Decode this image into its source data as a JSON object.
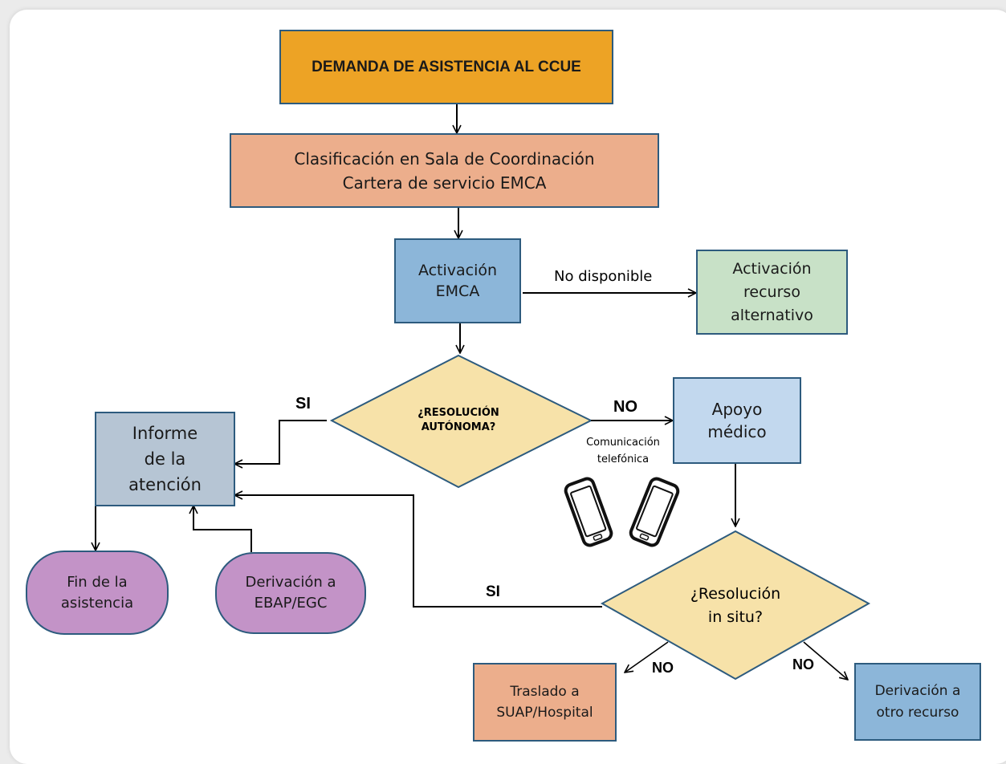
{
  "colors": {
    "orange": "#eda325",
    "salmon": "#ecae8c",
    "blue": "#8cb6d9",
    "light_blue": "#c2d8ee",
    "green": "#c8e1c7",
    "grey_blue": "#b6c5d4",
    "yellow": "#f7e2a9",
    "purple": "#c393c7",
    "border": "#2d5b7e"
  },
  "nodes": {
    "demanda": "DEMANDA DE ASISTENCIA AL CCUE",
    "clasificacion": "Clasificación en Sala de  Coordinación\nCartera de servicio EMCA",
    "activacion_emca": "Activación\nEMCA",
    "activacion_recurso": "Activación\nrecurso\nalternativo",
    "resolucion_autonoma": "¿RESOLUCIÓN\nAUTÓNOMA?",
    "apoyo_medico": "Apoyo\nmédico",
    "informe": "Informe\nde la\natención",
    "fin_asistencia": "Fin de la\nasistencia",
    "derivacion_ebap": "Derivación a\nEBAP/EGC",
    "resolucion_in_situ": "¿Resolución\nin situ?",
    "traslado": "Traslado a\nSUAP/Hospital",
    "derivacion_otro": "Derivación a\notro recurso"
  },
  "edge_labels": {
    "no_disponible": "No disponible",
    "si_top": "SI",
    "no_top": "NO",
    "comunicacion": "Comunicación\ntelefónica",
    "si_bottom": "SI",
    "no_left": "NO",
    "no_right": "NO"
  },
  "icons": [
    "mobile-phone-icon",
    "mobile-phone-icon"
  ]
}
